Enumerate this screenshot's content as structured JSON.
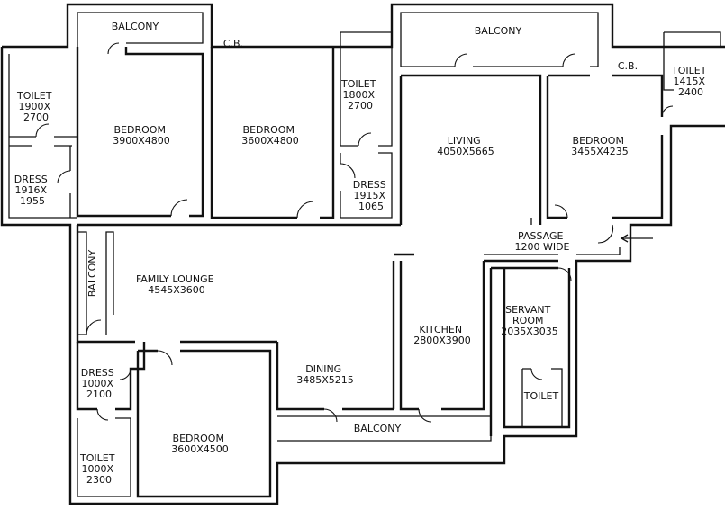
{
  "rooms": {
    "balcony_top_left": [
      "BALCONY"
    ],
    "balcony_top_right": [
      "BALCONY"
    ],
    "balcony_left": [
      "BALCONY"
    ],
    "balcony_bottom": [
      "BALCONY"
    ],
    "cb_left": [
      "C.B."
    ],
    "cb_right": [
      "C.B."
    ],
    "toilet_1": [
      "TOILET",
      "1900X",
      "2700"
    ],
    "dress_1": [
      "DRESS",
      "1916X",
      "1955"
    ],
    "bedroom_1": [
      "BEDROOM",
      "3900X4800"
    ],
    "bedroom_2": [
      "BEDROOM",
      "3600X4800"
    ],
    "toilet_2": [
      "TOILET",
      "1800X",
      "2700"
    ],
    "dress_2": [
      "DRESS",
      "1915X",
      "1065"
    ],
    "living": [
      "LIVING",
      "4050X5665"
    ],
    "bedroom_3": [
      "BEDROOM",
      "3455X4235"
    ],
    "toilet_3": [
      "TOILET",
      "1415X",
      "2400"
    ],
    "passage": [
      "PASSAGE",
      "1200 WIDE"
    ],
    "family_lounge": [
      "FAMILY LOUNGE",
      "4545X3600"
    ],
    "servant_room": [
      "SERVANT",
      "ROOM",
      "2035X3035"
    ],
    "kitchen": [
      "KITCHEN",
      "2800X3900"
    ],
    "servant_toilet": [
      "TOILET"
    ],
    "dining": [
      "DINING",
      "3485X5215"
    ],
    "dress_3": [
      "DRESS",
      "1000X",
      "2100"
    ],
    "toilet_4": [
      "TOILET",
      "1000X",
      "2300"
    ],
    "bedroom_4": [
      "BEDROOM",
      "3600X4500"
    ]
  }
}
